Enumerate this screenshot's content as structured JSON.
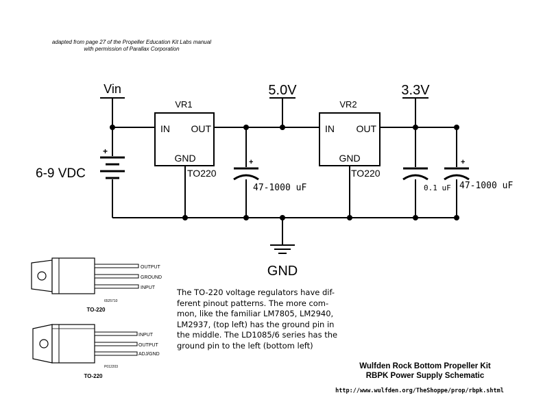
{
  "credit": {
    "line1": "adapted from page 27 of the Propeller Education Kit Labs manual",
    "line2": "with permission of Parallax Corporation"
  },
  "labels": {
    "vin": "Vin",
    "v5": "5.0V",
    "v33": "3.3V",
    "vin_range": "6-9 VDC",
    "gnd": "GND",
    "plus": "+"
  },
  "regulators": [
    {
      "name": "VR1",
      "in": "IN",
      "out": "OUT",
      "gnd": "GND",
      "package": "TO220"
    },
    {
      "name": "VR2",
      "in": "IN",
      "out": "OUT",
      "gnd": "GND",
      "package": "TO220"
    }
  ],
  "capacitors": {
    "c1": "47-1000 uF",
    "c2": "0.1 uF",
    "c3": "47-1000 uF"
  },
  "package1": {
    "pins": [
      "OUTPUT",
      "GROUND",
      "INPUT"
    ],
    "code": "6525710",
    "name": "TO-220"
  },
  "package2": {
    "pins": [
      "INPUT",
      "OUTPUT",
      "ADJ/GND"
    ],
    "code": "P012203",
    "name": "TO-220"
  },
  "note": "The TO-220 voltage regulators have dif-ferent pinout patterns. The more com-mon, like the familiar LM7805, LM2940, LM2937, (top left) has the ground pin in the middle. The LD1085/6 series has the ground pin to the left (bottom left)",
  "footer": {
    "title1": "Wulfden Rock Bottom Propeller Kit",
    "title2": "RBPK Power Supply Schematic",
    "url": "http://www.wulfden.org/TheShoppe/prop/rbpk.shtml"
  }
}
